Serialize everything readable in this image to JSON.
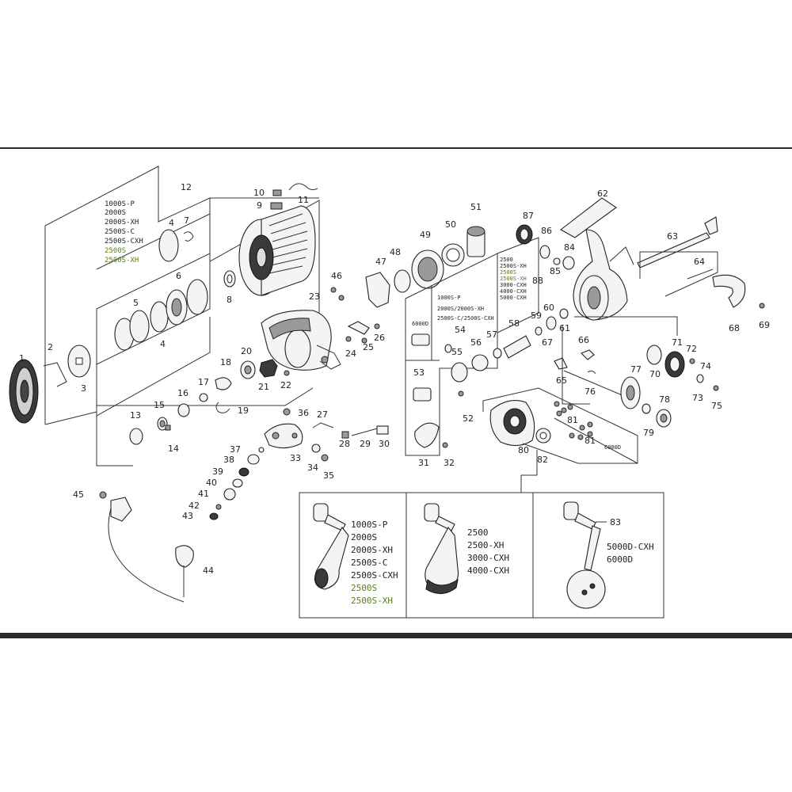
{
  "callouts": {
    "n1": "1",
    "n2": "2",
    "n3": "3",
    "n4a": "4",
    "n4b": "4",
    "n5": "5",
    "n6": "6",
    "n7": "7",
    "n8": "8",
    "n9": "9",
    "n10": "10",
    "n11": "11",
    "n12": "12",
    "n13": "13",
    "n14": "14",
    "n15": "15",
    "n16": "16",
    "n17": "17",
    "n18": "18",
    "n19": "19",
    "n20": "20",
    "n21": "21",
    "n22": "22",
    "n23": "23",
    "n24": "24",
    "n25": "25",
    "n26": "26",
    "n27": "27",
    "n28": "28",
    "n29": "29",
    "n30": "30",
    "n31": "31",
    "n32": "32",
    "n33": "33",
    "n34": "34",
    "n35": "35",
    "n36": "36",
    "n37": "37",
    "n38": "38",
    "n39": "39",
    "n40": "40",
    "n41": "41",
    "n42": "42",
    "n43": "43",
    "n44": "44",
    "n45": "45",
    "n46": "46",
    "n47": "47",
    "n48": "48",
    "n49": "49",
    "n50": "50",
    "n51": "51",
    "n52": "52",
    "n53": "53",
    "n54": "54",
    "n55": "55",
    "n56": "56",
    "n57": "57",
    "n58": "58",
    "n59": "59",
    "n60": "60",
    "n61": "61",
    "n62": "62",
    "n63": "63",
    "n64": "64",
    "n65": "65",
    "n66": "66",
    "n67": "67",
    "n68": "68",
    "n69": "69",
    "n70": "70",
    "n71": "71",
    "n72": "72",
    "n73": "73",
    "n74": "74",
    "n75": "75",
    "n76": "76",
    "n77": "77",
    "n78": "78",
    "n79": "79",
    "n80": "80",
    "n81a": "81",
    "n81b": "81",
    "n82": "82",
    "n83": "83",
    "n84": "84",
    "n85": "85",
    "n86": "86",
    "n87": "87",
    "n88": "88"
  },
  "spool_models": [
    "1000S-P",
    "2000S",
    "2000S-XH",
    "2500S-C",
    "2500S-CXH",
    "2500S",
    "2500S-XH"
  ],
  "rotor_models": [
    "1000S-P",
    "2000S/2000S-XH",
    "2500S-C/2500S-CXH"
  ],
  "rotor_alt_label": "6000D",
  "gear_models": [
    "2500",
    "2500S-XH",
    "2500S",
    "2500S-XH",
    "3000-CXH",
    "4000-CXH",
    "5000-CXH"
  ],
  "screw_box_label": "6000D",
  "handle_a_models": [
    "1000S-P",
    "2000S",
    "2000S-XH",
    "2500S-C",
    "2500S-CXH",
    "2500S",
    "2500S-XH"
  ],
  "handle_b_models": [
    "2500",
    "2500-XH",
    "3000-CXH",
    "4000-CXH"
  ],
  "handle_c_models": [
    "5000D-CXH",
    "6000D"
  ],
  "colors": {
    "ink": "#222222",
    "green_text": "#5a7d1a",
    "frame": "#2a2a2a"
  }
}
